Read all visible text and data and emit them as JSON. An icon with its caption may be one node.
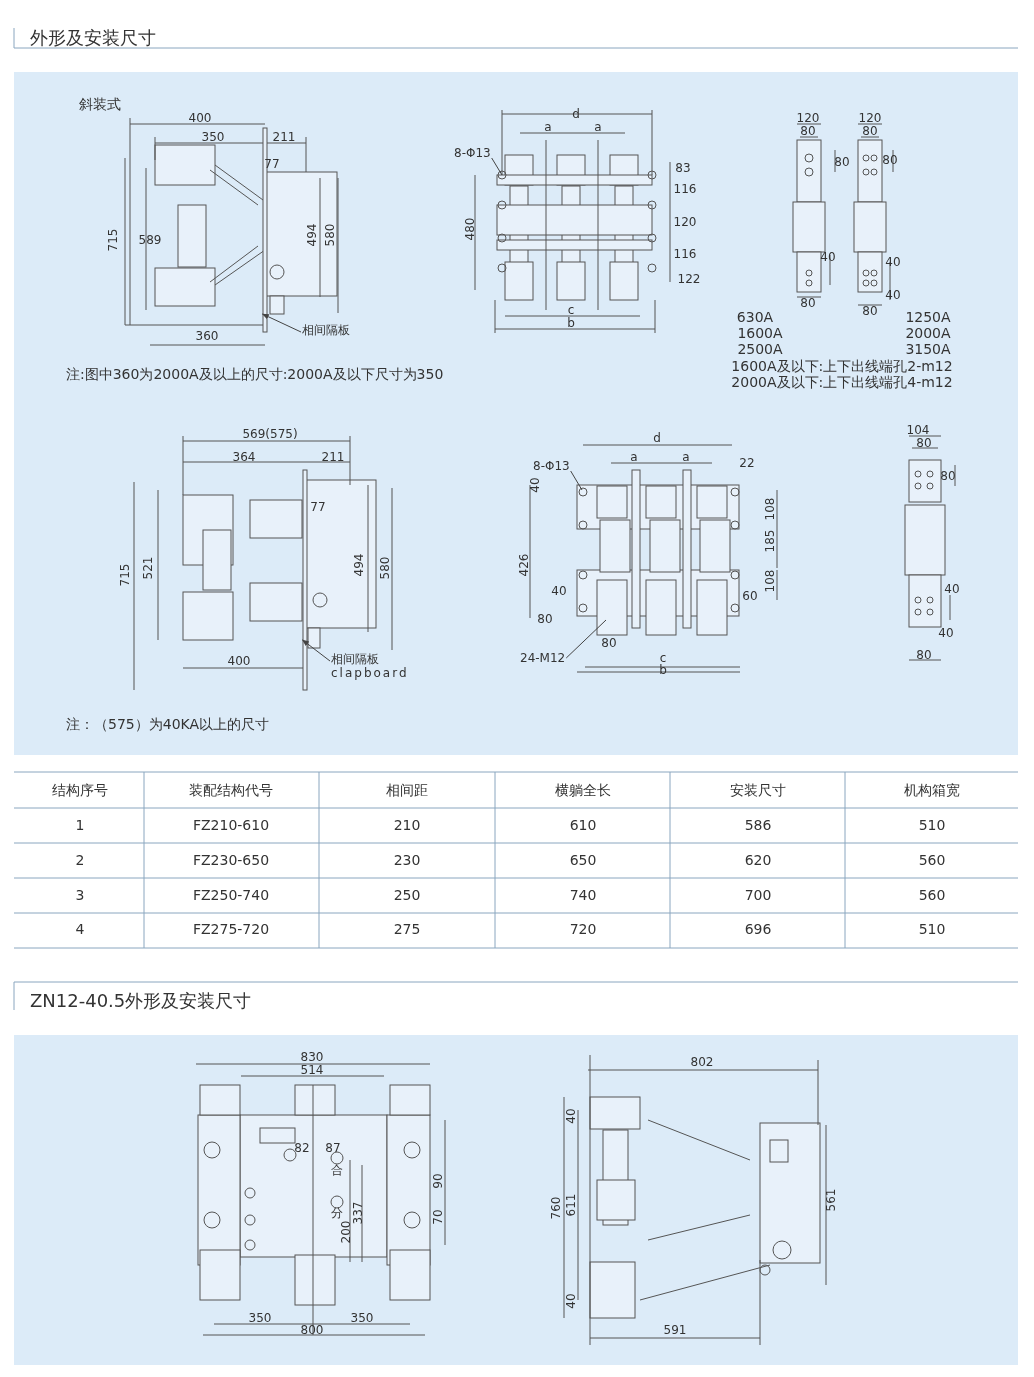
{
  "diagram": {
    "title": "外形及安装尺寸",
    "nodes": [
      {
        "text": [
          "相间隔板"
        ]
      },
      {
        "text": [
          "8-Φ13"
        ]
      },
      {
        "text": [
          "相间隔板",
          "clapboard"
        ]
      },
      {
        "text": [
          "8-Φ13"
        ]
      },
      {
        "text": [
          "24-M12"
        ]
      },
      {
        "text": [],
        "shape": "box"
      },
      {
        "text": [],
        "shape": "box"
      }
    ],
    "edges": [
      {
        "from": 0,
        "to": 5,
        "arrow": "to"
      },
      {
        "from": 1,
        "to": null,
        "arrow": "none"
      },
      {
        "from": 2,
        "to": 6,
        "arrow": "to"
      },
      {
        "from": 3,
        "to": null,
        "arrow": "none"
      },
      {
        "from": 4,
        "to": null,
        "arrow": "none"
      }
    ],
    "labels": [
      "斜装式",
      "400",
      "350",
      "211",
      "77",
      "715",
      "589",
      "494",
      "580",
      "360",
      "注:图中360为2000A及以上的尺寸:2000A及以下尺寸为350",
      "d",
      "a",
      "a",
      "83",
      "480",
      "116",
      "120",
      "116",
      "122",
      "c",
      "b",
      "120",
      "80",
      "80",
      "120",
      "80",
      "80",
      "40",
      "80",
      "40",
      "40",
      "80",
      "630A",
      "1250A",
      "1600A",
      "2000A",
      "2500A",
      "3150A",
      "1600A及以下:上下出线端孔2-m12",
      "2000A及以下:上下出线端孔4-m12",
      "569(575)",
      "364",
      "211",
      "77",
      "715",
      "521",
      "494",
      "580",
      "400",
      "注：（575）为40KA以上的尺寸",
      "d",
      "a",
      "a",
      "22",
      "40",
      "108",
      "185",
      "426",
      "108",
      "40",
      "60",
      "80",
      "80",
      "c",
      "b",
      "104",
      "80",
      "80",
      "40",
      "40",
      "80",
      "结构序号",
      "装配结构代号",
      "相间距",
      "横躺全长",
      "安装尺寸",
      "机构箱宽",
      "1",
      "FZ210-610",
      "210",
      "610",
      "586",
      "510",
      "2",
      "FZ230-650",
      "230",
      "650",
      "620",
      "560",
      "3",
      "FZ250-740",
      "250",
      "740",
      "700",
      "560",
      "4",
      "FZ275-720",
      "275",
      "720",
      "696",
      "510",
      "ZN12-40.5外形及安装尺寸",
      "830",
      "514",
      "82",
      "87",
      "合",
      "分",
      "90",
      "70",
      "337",
      "200",
      "350",
      "350",
      "800",
      "802",
      "40",
      "760",
      "611",
      "40",
      "561",
      "591"
    ]
  }
}
